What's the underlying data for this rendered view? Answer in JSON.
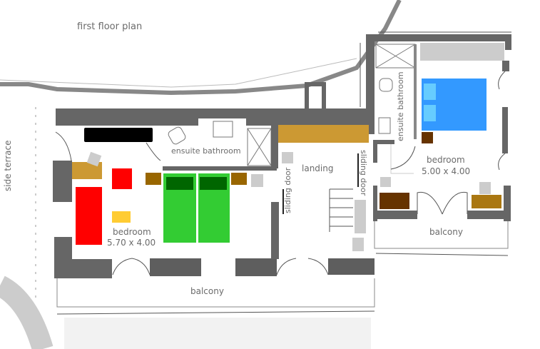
{
  "title": "first floor plan",
  "labels": {
    "side_terrace": "side terrace",
    "ensuite_left": "ensuite bathroom",
    "bedroom_left": "bedroom",
    "bedroom_left_size": "5.70 x 4.00",
    "landing": "landing",
    "sliding_door_left": "sliding door",
    "sliding_door_right": "sliding door",
    "ensuite_right": "ensuite bathroom",
    "bedroom_right": "bedroom",
    "bedroom_right_size": "5.00 x 4.00",
    "balcony_right": "balcony",
    "balcony_bottom": "balcony"
  },
  "colors": {
    "wall": "#666666",
    "bed_green": "#33cc33",
    "pillow_green": "#006600",
    "bed_blue": "#3399ff",
    "pillow_blue": "#66ccff",
    "red": "#ff0000",
    "yellow": "#ffcc33",
    "ochre": "#cc9933",
    "brown": "#996600",
    "dark_brown": "#663300",
    "gray_item": "#cccccc",
    "black": "#000000"
  }
}
